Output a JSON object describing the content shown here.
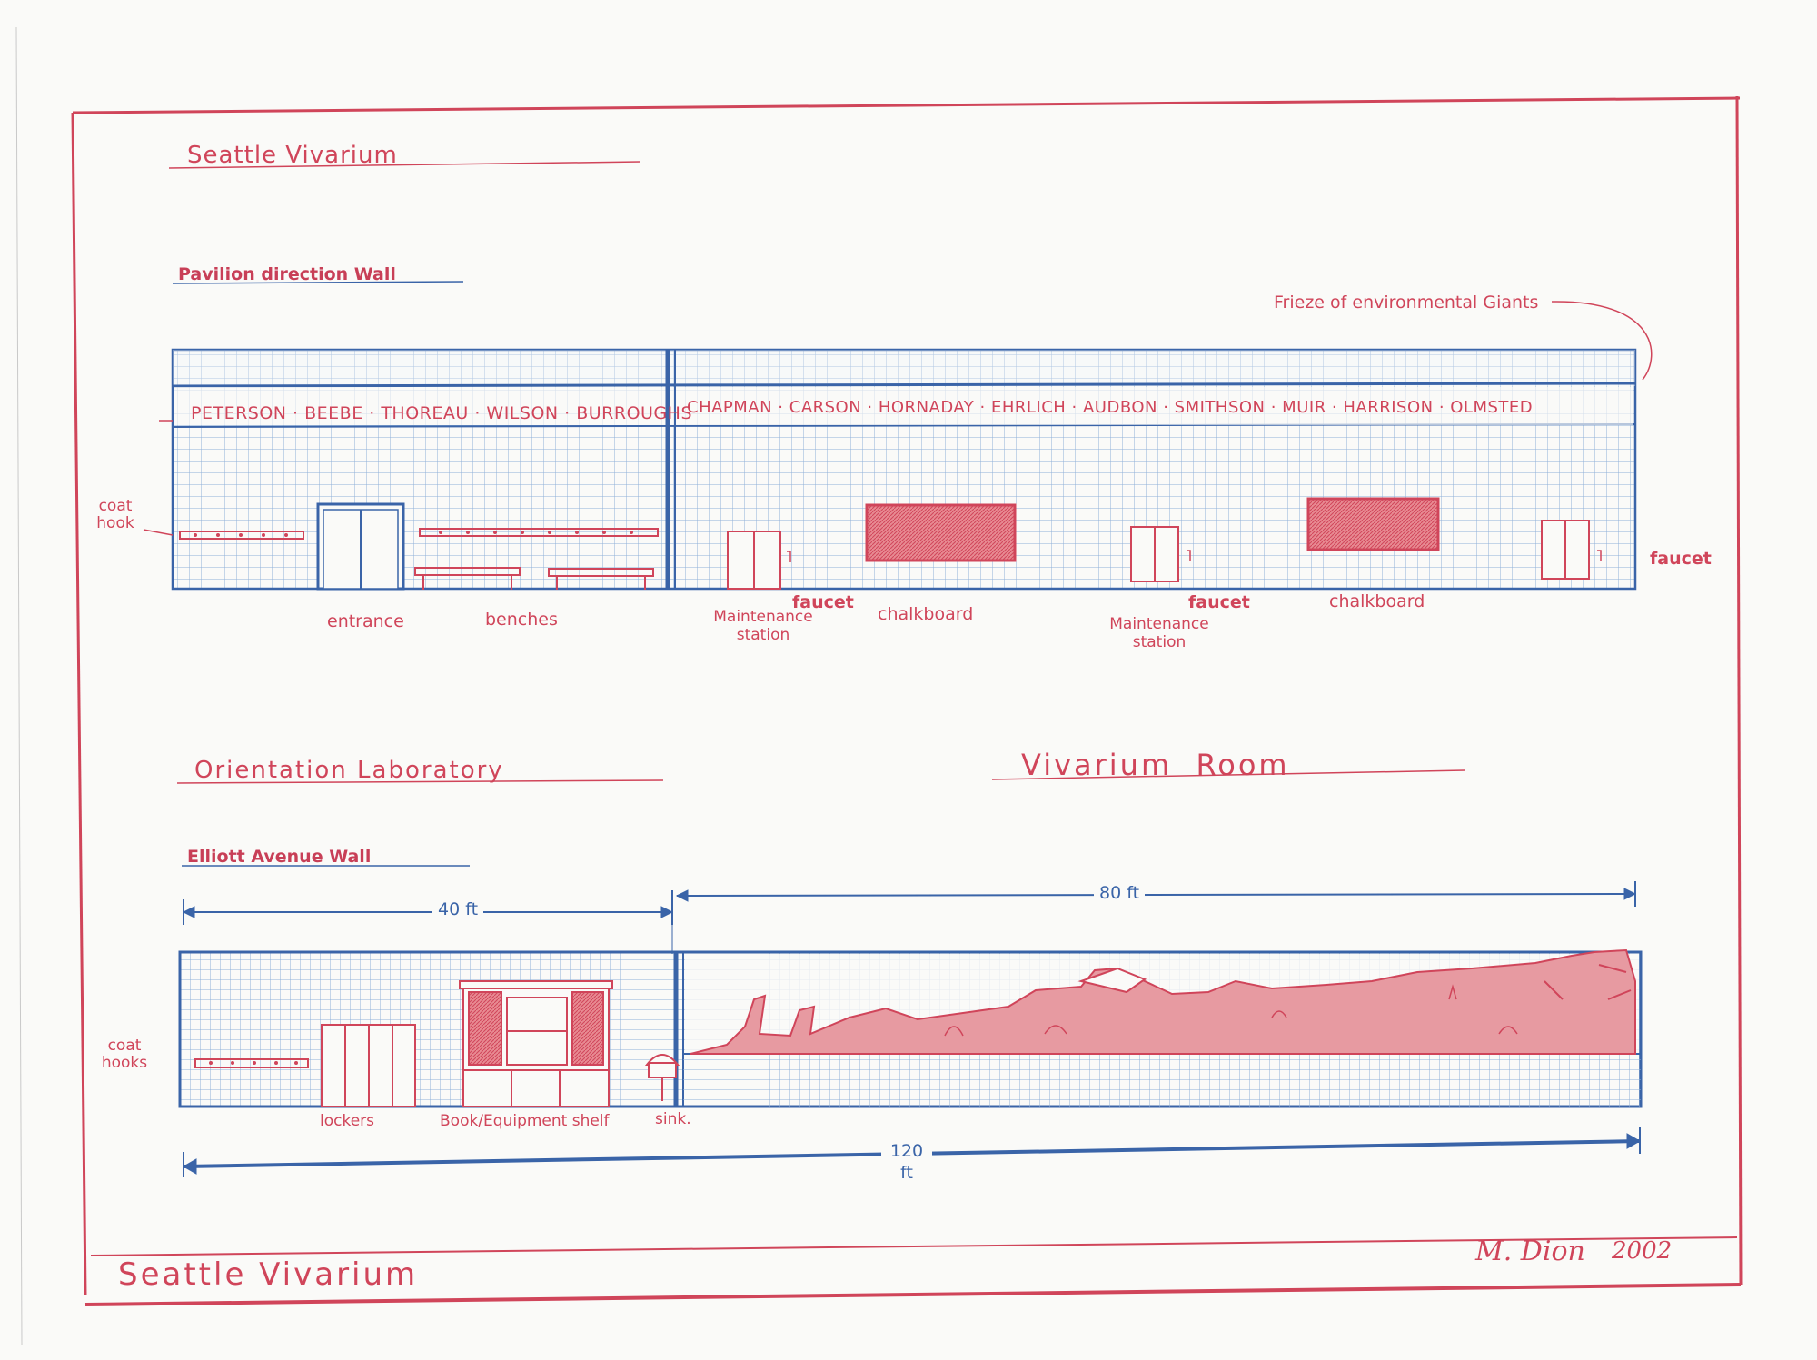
{
  "header": {
    "title": "Seattle Vivarium"
  },
  "top_section": {
    "wall_label": "Pavilion direction Wall",
    "frieze_label": "Frieze of environmental Giants",
    "frieze_names_left": "PETERSON · BEEBE · THOREAU · WILSON · BURROUGHS",
    "frieze_names_right": "CHAPMAN · CARSON · HORNADAY · EHRLICH · AUDBON · SMITHSON · MUIR · HARRISON · OLMSTED",
    "labels": {
      "coat_hook": "coat hook",
      "entrance": "entrance",
      "benches": "benches",
      "maintenance_station_1": "Maintenance station",
      "faucet_1": "faucet",
      "chalkboard_1": "chalkboard",
      "maintenance_station_2": "Maintenance station",
      "faucet_2": "faucet",
      "chalkboard_2": "chalkboard",
      "faucet_3": "faucet"
    }
  },
  "bottom_section": {
    "room_left": "Orientation Laboratory",
    "room_right": "Vivarium  Room",
    "wall_label": "Elliott Avenue Wall",
    "dims": {
      "left": "40 ft",
      "right": "80 ft",
      "total_value": "120",
      "total_unit": "ft"
    },
    "labels": {
      "coat_hooks": "coat hooks",
      "lockers": "lockers",
      "shelf": "Book/Equipment shelf",
      "sink": "sink."
    }
  },
  "footer": {
    "title": "Seattle Vivarium",
    "artist": "M. Dion",
    "year": "2002"
  },
  "colors": {
    "red_pencil": "#d0455a",
    "blue_pencil": "#3a64a8",
    "grid_blue": "#8fb0d8",
    "fill_red": "#e0757f",
    "paper": "#fafaf8"
  }
}
